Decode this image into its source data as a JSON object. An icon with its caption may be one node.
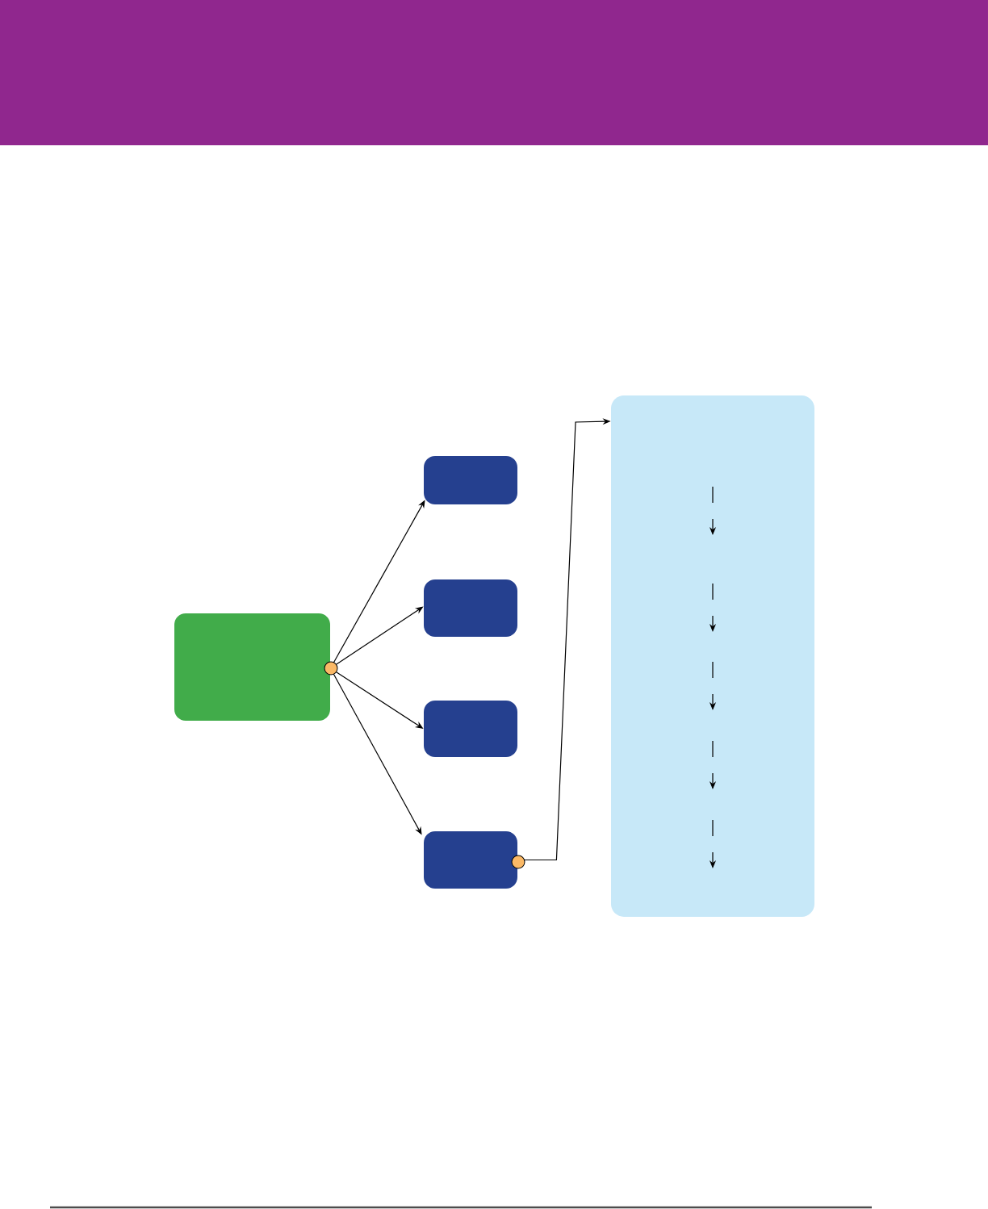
{
  "diagram": {
    "nodes": [
      {
        "text": [],
        "shape": "box"
      },
      {
        "text": [],
        "shape": "box"
      },
      {
        "text": [],
        "shape": "box"
      },
      {
        "text": [],
        "shape": "box"
      },
      {
        "text": [],
        "shape": "box"
      },
      {
        "text": [],
        "shape": "box"
      }
    ],
    "edges": [
      {
        "from": 0,
        "to": 1,
        "arrow": "to"
      },
      {
        "from": 0,
        "to": 2,
        "arrow": "to"
      },
      {
        "from": 0,
        "to": 3,
        "arrow": "to"
      },
      {
        "from": 0,
        "to": 4,
        "arrow": "to"
      },
      {
        "from": 4,
        "to": 5,
        "arrow": "to"
      }
    ]
  }
}
